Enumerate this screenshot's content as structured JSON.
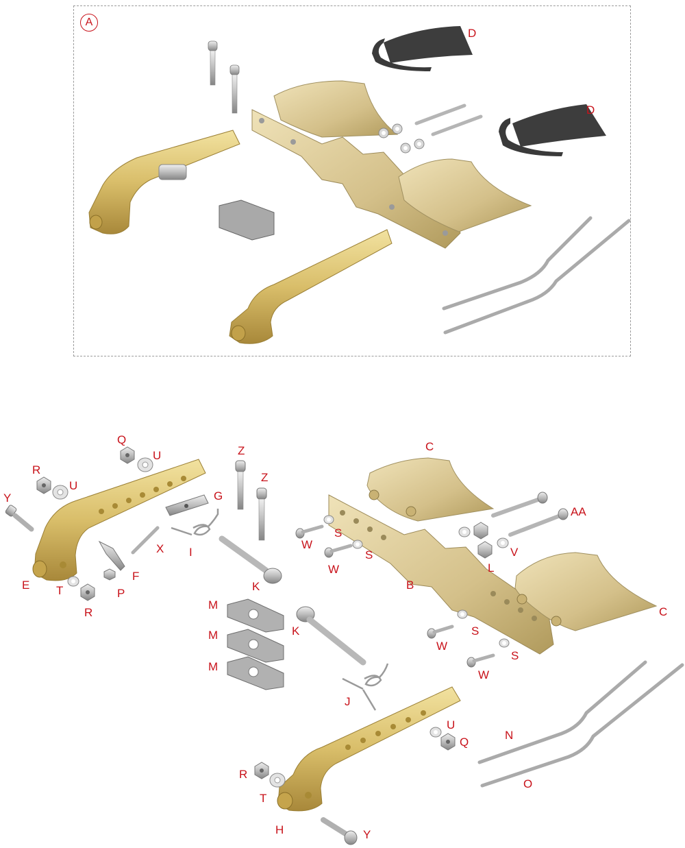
{
  "kit": {
    "badge": "A"
  },
  "kit_labels": {
    "d1": "D",
    "d2": "D"
  },
  "labels": {
    "q_top": "Q",
    "u_top": "U",
    "r_top": "R",
    "u_mid": "U",
    "y_left": "Y",
    "z1": "Z",
    "z2": "Z",
    "g": "G",
    "x": "X",
    "i": "I",
    "f": "F",
    "e": "E",
    "t_left": "T",
    "p": "P",
    "r_bottom": "R",
    "k_pin": "K",
    "c_top": "C",
    "aa": "AA",
    "w1": "W",
    "s1": "S",
    "w2": "W",
    "s2": "S",
    "v": "V",
    "l": "L",
    "b": "B",
    "c_right": "C",
    "m1": "M",
    "m2": "M",
    "m3": "M",
    "k2": "K",
    "s3": "S",
    "w3": "W",
    "s4": "S",
    "w4": "W",
    "j": "J",
    "u_bottom": "U",
    "q_bottom": "Q",
    "n": "N",
    "o": "O",
    "r_lower": "R",
    "t_lower": "T",
    "h": "H",
    "y_lower": "Y"
  },
  "colors": {
    "label": "#c8121a",
    "gold": "#d8c070",
    "gold_dark": "#a8883a",
    "steel": "#c9c9c9",
    "steel_dark": "#8d8d8d",
    "pad": "#3a3a3a"
  }
}
